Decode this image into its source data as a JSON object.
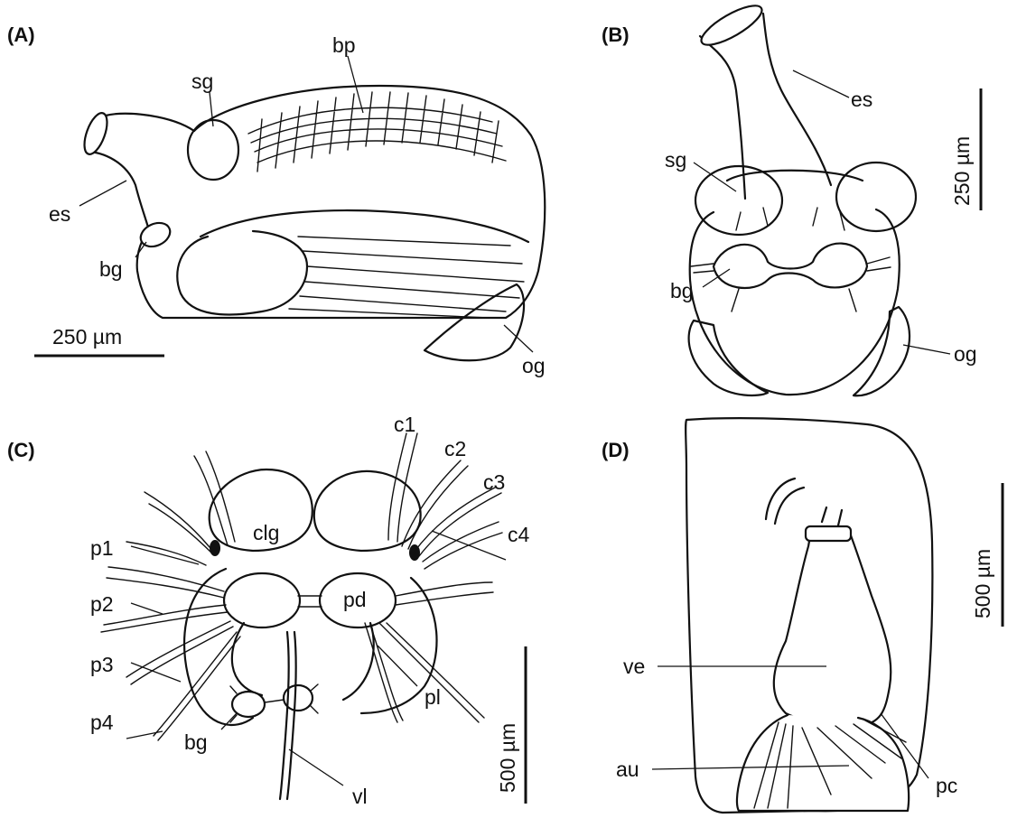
{
  "panels": [
    {
      "id": "A",
      "letter": "(A)",
      "labels": {
        "sg": "sg",
        "bp": "bp",
        "es": "es",
        "bg": "bg",
        "og": "og"
      },
      "scale_bar": "250 µm"
    },
    {
      "id": "B",
      "letter": "(B)",
      "labels": {
        "es": "es",
        "sg": "sg",
        "bg": "bg",
        "og": "og"
      },
      "scale_bar": "250 µm"
    },
    {
      "id": "C",
      "letter": "(C)",
      "labels": {
        "c1": "c1",
        "c2": "c2",
        "c3": "c3",
        "c4": "c4",
        "p1": "p1",
        "p2": "p2",
        "p3": "p3",
        "p4": "p4",
        "clg": "clg",
        "pd": "pd",
        "pl": "pl",
        "bg": "bg",
        "vl": "vl"
      },
      "scale_bar": "500 µm"
    },
    {
      "id": "D",
      "letter": "(D)",
      "labels": {
        "ve": "ve",
        "au": "au",
        "pc": "pc"
      },
      "scale_bar": "500 µm"
    }
  ],
  "colors": {
    "ink": "#111111",
    "background": "#ffffff"
  }
}
